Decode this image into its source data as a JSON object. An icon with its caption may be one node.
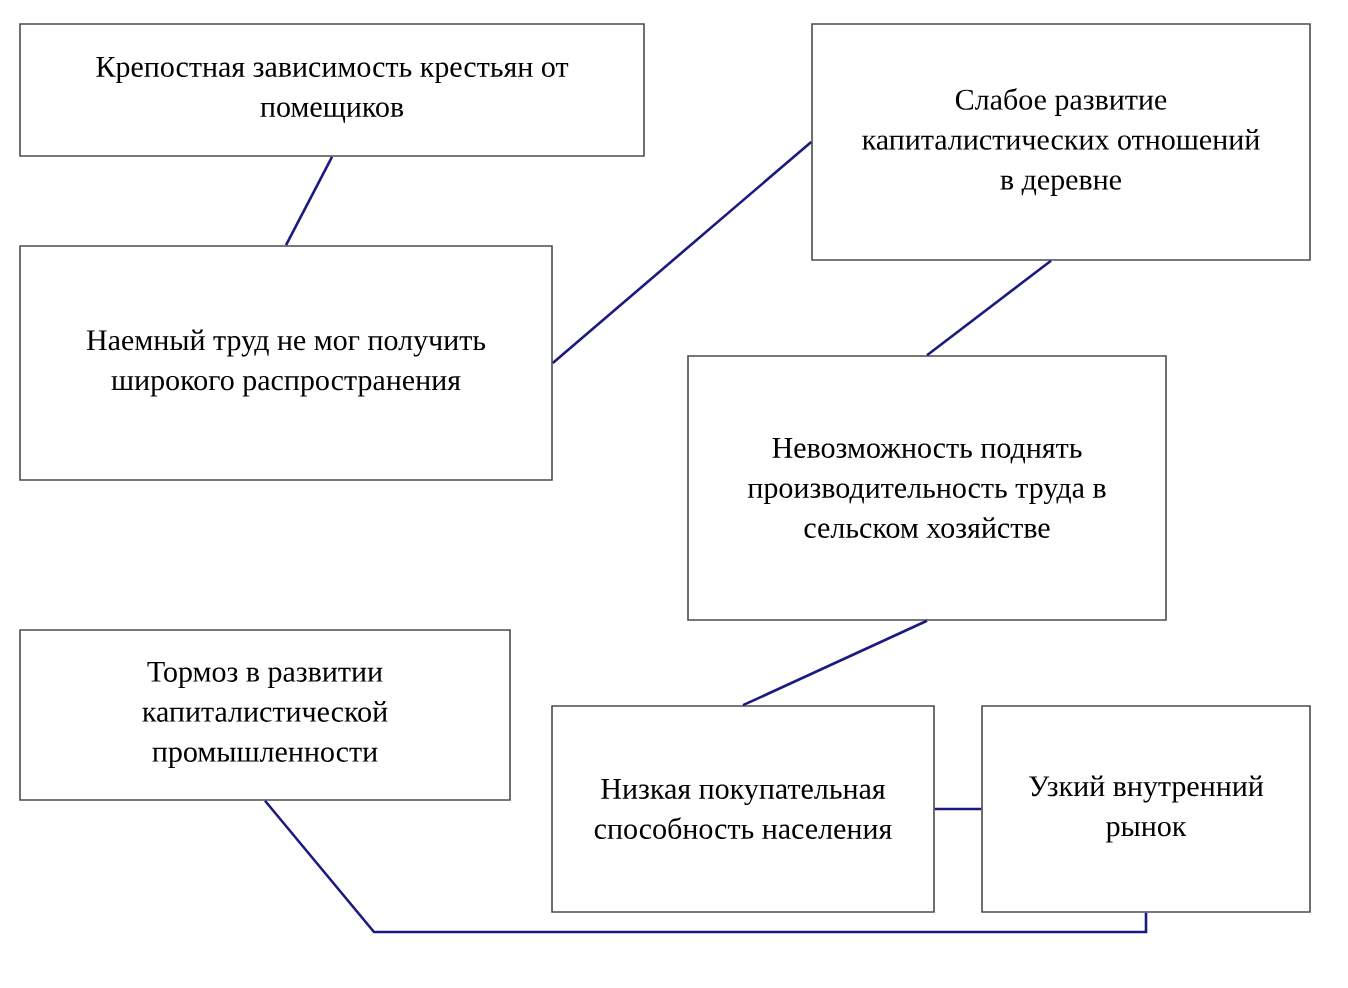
{
  "diagram": {
    "nodes": [
      {
        "text": [
          "Крепостная зависимость крестьян от помещиков"
        ]
      },
      {
        "text": [
          "Наемный труд не мог получить широкого распространения"
        ]
      },
      {
        "text": [
          "Слабое развитие капиталистических отношений в деревне"
        ]
      },
      {
        "text": [
          "Невозможность поднять производительность труда в сельском хозяйстве"
        ]
      },
      {
        "text": [
          "Тормоз в развитии капиталистической промышленности"
        ]
      },
      {
        "text": [
          "Низкая покупательная способность населения"
        ]
      },
      {
        "text": [
          "Узкий внутренний рынок"
        ]
      }
    ],
    "edges": [
      {
        "from": 0,
        "to": 1,
        "arrow": "none"
      },
      {
        "from": 1,
        "to": 2,
        "arrow": "none"
      },
      {
        "from": 2,
        "to": 3,
        "arrow": "none"
      },
      {
        "from": 3,
        "to": 5,
        "arrow": "none"
      },
      {
        "from": 5,
        "to": 6,
        "arrow": "none"
      },
      {
        "from": 4,
        "to": 6,
        "arrow": "none"
      }
    ]
  }
}
